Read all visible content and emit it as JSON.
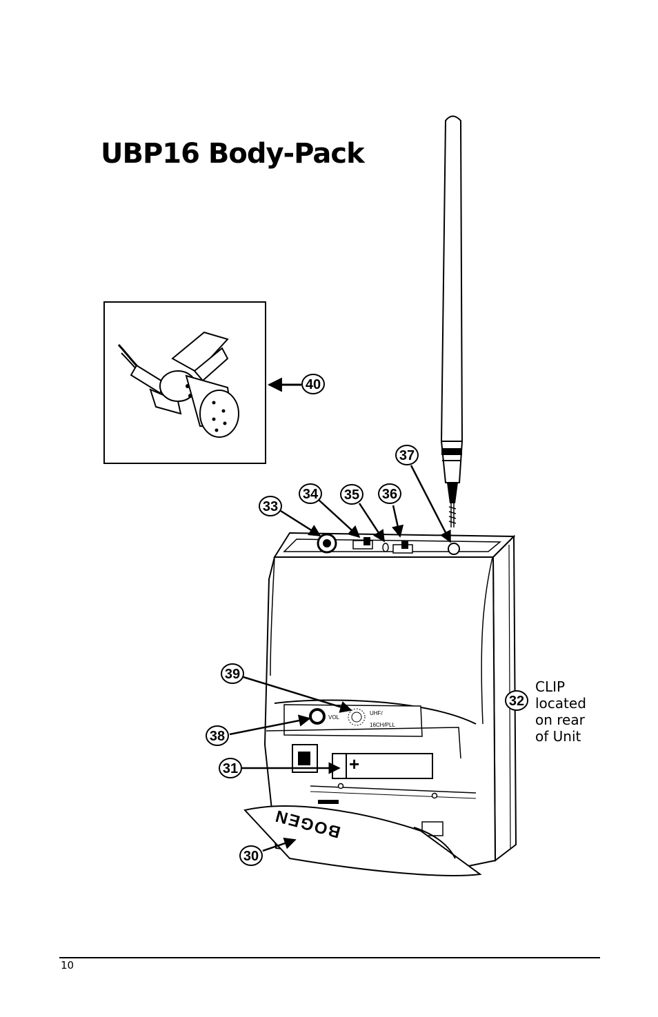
{
  "title": "UBP16 Body-Pack",
  "callouts": {
    "c30": "30",
    "c31": "31",
    "c32": "32",
    "c33": "33",
    "c34": "34",
    "c35": "35",
    "c36": "36",
    "c37": "37",
    "c38": "38",
    "c39": "39",
    "c40": "40"
  },
  "clip_note": [
    "CLIP",
    "located",
    "on rear",
    "of Unit"
  ],
  "panel_labels": {
    "vol": "VOL",
    "band": "UHF/",
    "channels": "16CH/PLL",
    "battery_plus": "+",
    "brand": "BOGEN"
  },
  "page_number": "10"
}
